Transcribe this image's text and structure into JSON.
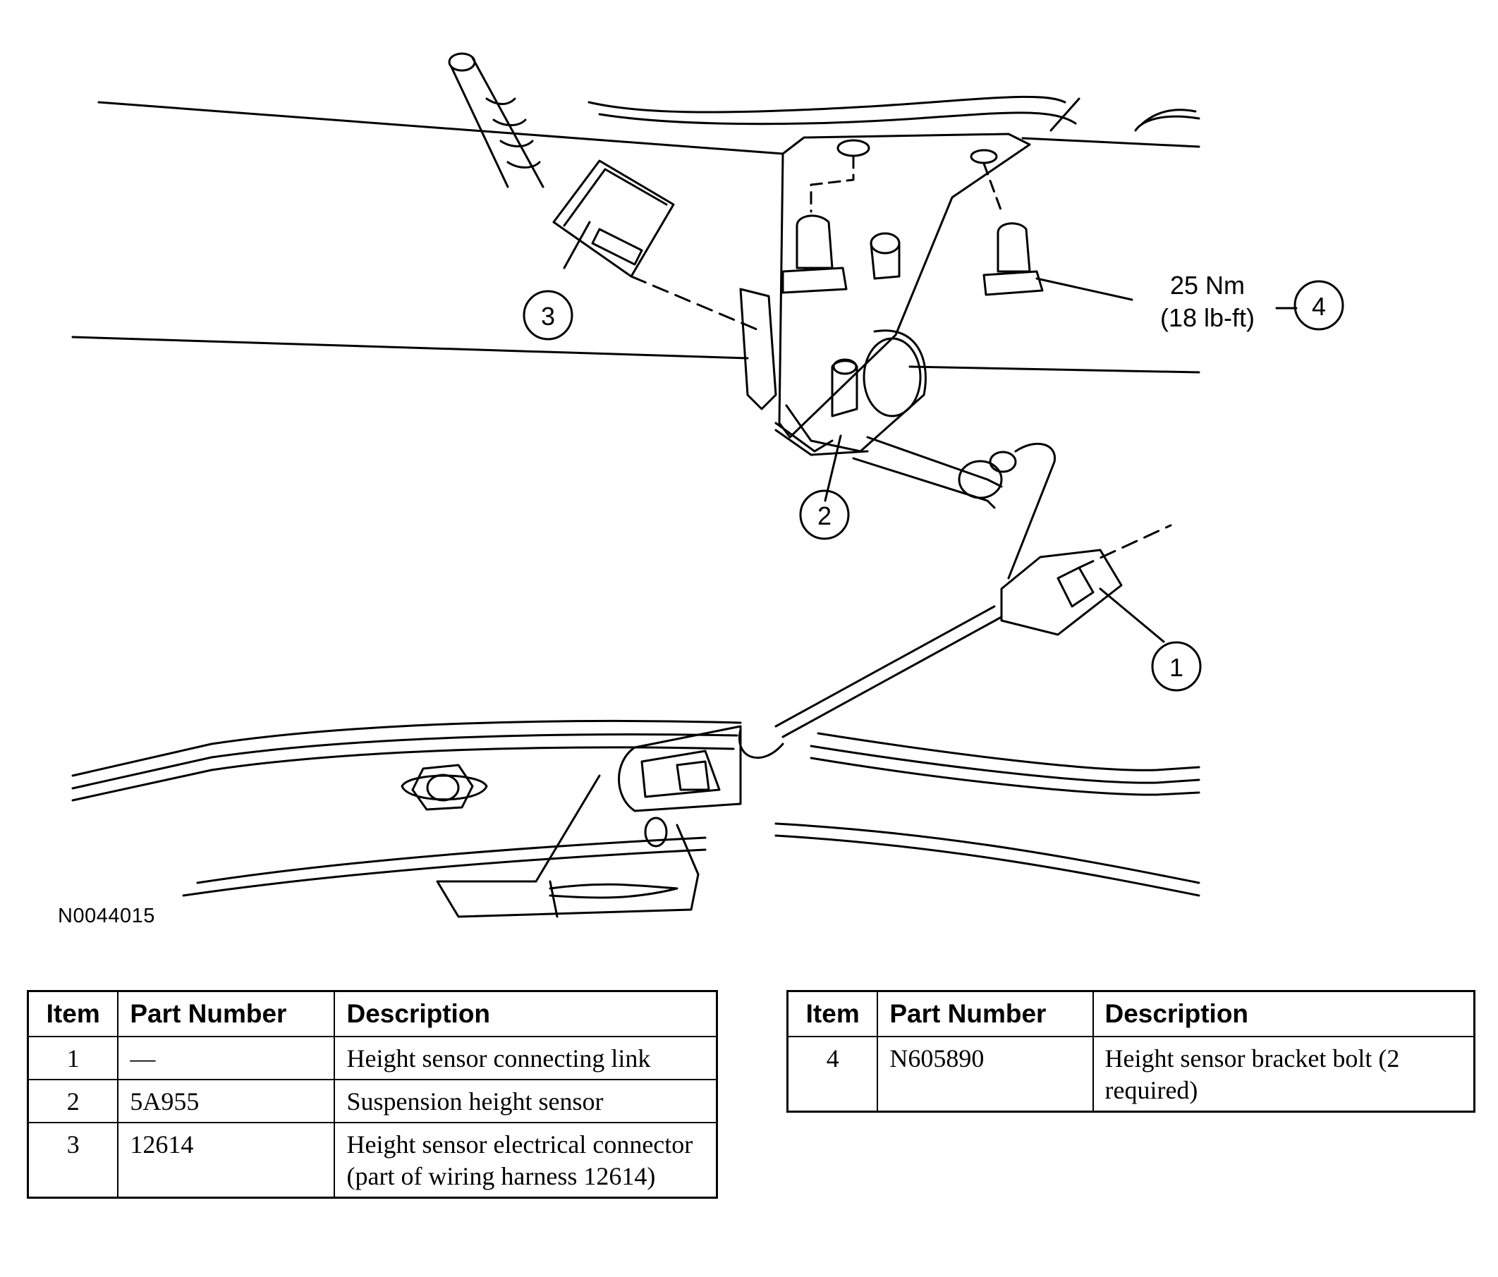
{
  "figure": {
    "id": "N0044015",
    "callouts": [
      {
        "number": "1"
      },
      {
        "number": "2"
      },
      {
        "number": "3"
      },
      {
        "number": "4"
      }
    ],
    "torque_value": "25 Nm",
    "torque_imperial": "(18 lb-ft)"
  },
  "tables": [
    {
      "headers": {
        "item": "Item",
        "part_number": "Part Number",
        "description": "Description"
      },
      "rows": [
        {
          "item": "1",
          "part_number": "—",
          "description": "Height sensor connecting link"
        },
        {
          "item": "2",
          "part_number": "5A955",
          "description": "Suspension height sensor"
        },
        {
          "item": "3",
          "part_number": "12614",
          "description": "Height sensor electrical connector (part of wiring harness 12614)"
        }
      ]
    },
    {
      "headers": {
        "item": "Item",
        "part_number": "Part Number",
        "description": "Description"
      },
      "rows": [
        {
          "item": "4",
          "part_number": "N605890",
          "description": "Height sensor bracket bolt (2 required)"
        }
      ]
    }
  ]
}
